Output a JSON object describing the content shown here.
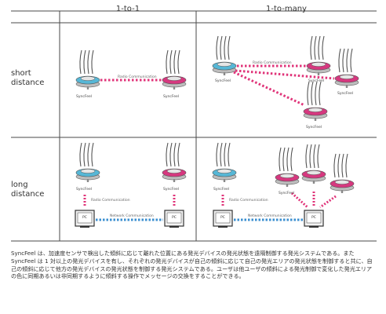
{
  "headers": {
    "col1": "1-to-1",
    "col2": "1-to-many"
  },
  "rows": {
    "short": [
      "short",
      "distance"
    ],
    "long": [
      "long",
      "distance"
    ]
  },
  "labels": {
    "device": "SyncFeel",
    "radio": "Radio Communication",
    "network": "Network Communication",
    "pc": "PC"
  },
  "colors": {
    "blue_device": "#56b7d6",
    "pink_device": "#d6387f",
    "link_pink": "#e0357a",
    "link_blue": "#3b8fd0",
    "grid": "#4a4a4a"
  },
  "caption": "SyncFeel は、加速度センサで検出した傾斜に応じて離れた位置にある発光デバイスの発光状態を遠隔制御する発光システムである。また SyncFeel は 1 対以上の発光デバイスを有し、それぞれの発光デバイスが自己の傾斜に応じて自己の発光エリアの発光状態を制御すると共に、自己の傾斜に応じて他方の発光デバイスの発光状態を制御する発光システムである。ユーザは他ユーザの傾斜による発光制御で変化した発光エリアの色に同期あるいは非同期するように傾斜する操作でメッセージの交換をすることができる。"
}
